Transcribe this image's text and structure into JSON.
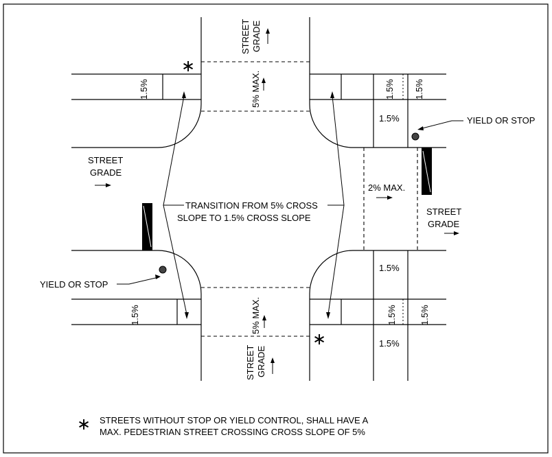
{
  "labels": {
    "street_grade_top_line1": "STREET",
    "street_grade_top_line2": "GRADE",
    "street_grade_left_line1": "STREET",
    "street_grade_left_line2": "GRADE",
    "street_grade_right_line1": "STREET",
    "street_grade_right_line2": "GRADE",
    "street_grade_bottom_line1": "STREET",
    "street_grade_bottom_line2": "GRADE",
    "max_5_top": "5% MAX.",
    "max_5_bottom": "5% MAX.",
    "max_2_right": "2% MAX.",
    "slope_nw": "1.5%",
    "slope_sw": "1.5%",
    "slope_ne_a": "1.5%",
    "slope_ne_b": "1.5%",
    "slope_ne_c": "1.5%",
    "slope_se_a": "1.5%",
    "slope_se_b": "1.5%",
    "slope_se_c": "1.5%",
    "slope_se_d": "1.5%",
    "transition_line1": "TRANSITION FROM 5% CROSS",
    "transition_line2": "SLOPE TO 1.5% CROSS SLOPE",
    "yield_stop_ne": "YIELD OR STOP",
    "yield_stop_sw": "YIELD OR STOP",
    "asterisk_symbol": "∗"
  },
  "note": {
    "symbol": "∗",
    "line1": "STREETS WITHOUT STOP OR YIELD CONTROL, SHALL HAVE A",
    "line2": "MAX. PEDESTRIAN STREET CROSSING CROSS SLOPE OF 5%"
  }
}
